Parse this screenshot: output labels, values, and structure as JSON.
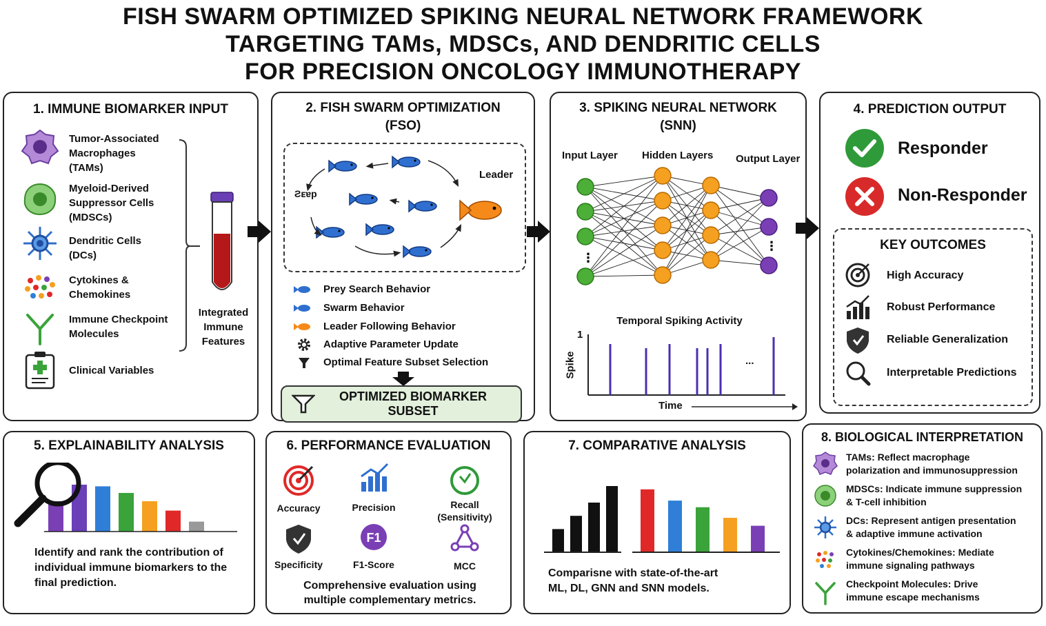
{
  "title": {
    "line1": "FISH SWARM OPTIMIZED SPIKING NEURAL NETWORK FRAMEWORK",
    "line2": "TARGETING TAMs, MDSCs, AND DENDRITIC CELLS",
    "line3": "FOR PRECISION ONCOLOGY IMMUNOTHERAPY"
  },
  "panel1": {
    "title": "1. IMMUNE BIOMARKER INPUT",
    "items": [
      {
        "icon": "macrophage-icon",
        "label": "Tumor-Associated\nMacrophages\n(TAMs)"
      },
      {
        "icon": "mdsc-icon",
        "label": "Myeloid-Derived\nSuppressor Cells\n(MDSCs)"
      },
      {
        "icon": "dendritic-cell-icon",
        "label": "Dendritic Cells\n(DCs)"
      },
      {
        "icon": "cytokine-dots-icon",
        "label": "Cytokines &\nChemokines"
      },
      {
        "icon": "antibody-icon",
        "label": "Immune Checkpoint\nMolecules"
      },
      {
        "icon": "clipboard-icon",
        "label": "Clinical Variables"
      }
    ],
    "integrated_label": "Integrated\nImmune\nFeatures"
  },
  "panel2": {
    "title_line1": "2. FISH SWARM OPTIMIZATION",
    "title_line2": "(FSO)",
    "leader_label": "Leader",
    "left_label": "Ƨᴇɐp",
    "behaviors": [
      {
        "icon": "blue-fish-icon",
        "label": "Prey Search Behavior"
      },
      {
        "icon": "blue-fish-icon",
        "label": "Swarm Behavior"
      },
      {
        "icon": "orange-fish-icon",
        "label": "Leader Following Behavior"
      },
      {
        "icon": "gear-icon",
        "label": "Adaptive Parameter Update"
      },
      {
        "icon": "funnel-icon",
        "label": "Optimal Feature Subset Selection"
      }
    ],
    "result_line1": "OPTIMIZED BIOMARKER",
    "result_line2": "SUBSET"
  },
  "panel3": {
    "title_line1": "3. SPIKING NEURAL NETWORK",
    "title_line2": "(SNN)",
    "input_layer": "Input Layer",
    "hidden_layers": "Hidden Layers",
    "output_layer": "Output Layer",
    "spike_title": "Temporal Spiking Activity",
    "spike_y_label": "Spike",
    "spike_y_tick": "1",
    "spike_x_label": "Time",
    "ellipsis": "..."
  },
  "panel4": {
    "title": "4. PREDICTION OUTPUT",
    "responder": "Responder",
    "non_responder": "Non-Responder",
    "key_title": "KEY OUTCOMES",
    "outcomes": [
      {
        "icon": "target-icon",
        "label": "High Accuracy"
      },
      {
        "icon": "bar-trend-icon",
        "label": "Robust Performance"
      },
      {
        "icon": "shield-icon",
        "label": "Reliable Generalization"
      },
      {
        "icon": "magnifier-icon",
        "label": "Interpretable Predictions"
      }
    ]
  },
  "panel5": {
    "title": "5. EXPLAINABILITY ANALYSIS",
    "text": "Identify and rank the contribution of\nindividual immune biomarkers to the\nfinal prediction.",
    "bar_colors": [
      "#7b3fb5",
      "#6a3fb8",
      "#2f7fd8",
      "#3aa33a",
      "#f5a020",
      "#e02828",
      "#999999"
    ],
    "bar_values": [
      0.55,
      0.85,
      0.82,
      0.7,
      0.55,
      0.38,
      0.18
    ]
  },
  "panel6": {
    "title": "6. PERFORMANCE EVALUATION",
    "metrics": [
      {
        "icon": "target-icon",
        "label": "Accuracy"
      },
      {
        "icon": "bar-trend-icon",
        "label": "Precision"
      },
      {
        "icon": "recall-icon",
        "label": "Recall\n(Sensitivity)"
      },
      {
        "icon": "shield-icon",
        "label": "Specificity"
      },
      {
        "icon": "f1-icon",
        "label": "F1-Score",
        "badge": "F1"
      },
      {
        "icon": "mcc-network-icon",
        "label": "MCC"
      }
    ],
    "text": "Comprehensive evaluation using\nmultiple complementary metrics."
  },
  "panel7": {
    "title": "7. COMPARATIVE ANALYSIS",
    "text": "Comparisne with state-of-the-art\nML, DL, GNN and SNN models.",
    "black_bars": [
      0.35,
      0.55,
      0.75,
      1.0
    ],
    "color_bars": [
      0.95,
      0.78,
      0.68,
      0.52,
      0.4
    ],
    "color_bar_colors": [
      "#e02828",
      "#2f7fd8",
      "#3aa33a",
      "#f5a020",
      "#7b3fb5"
    ]
  },
  "panel8": {
    "title": "8. BIOLOGICAL INTERPRETATION",
    "items": [
      {
        "icon": "macrophage-icon",
        "label": "TAMs: Reflect macrophage\npolarization and immunosuppression"
      },
      {
        "icon": "mdsc-icon",
        "label": "MDSCs: Indicate immune suppression\n& T-cell inhibition"
      },
      {
        "icon": "dendritic-cell-icon",
        "label": "DCs: Represent antigen presentation\n& adaptive immune activation"
      },
      {
        "icon": "cytokine-dots-icon",
        "label": "Cytokines/Chemokines: Mediate\nimmune signaling pathways"
      },
      {
        "icon": "antibody-icon",
        "label": "Checkpoint Molecules: Drive\nimmune escape mechanisms"
      }
    ]
  },
  "colors": {
    "purple": "#7b3fb5",
    "green": "#3aa33a",
    "blue": "#2f7fd8",
    "orange": "#f5a020",
    "red": "#e02828",
    "mint": "#e2f0dc"
  }
}
